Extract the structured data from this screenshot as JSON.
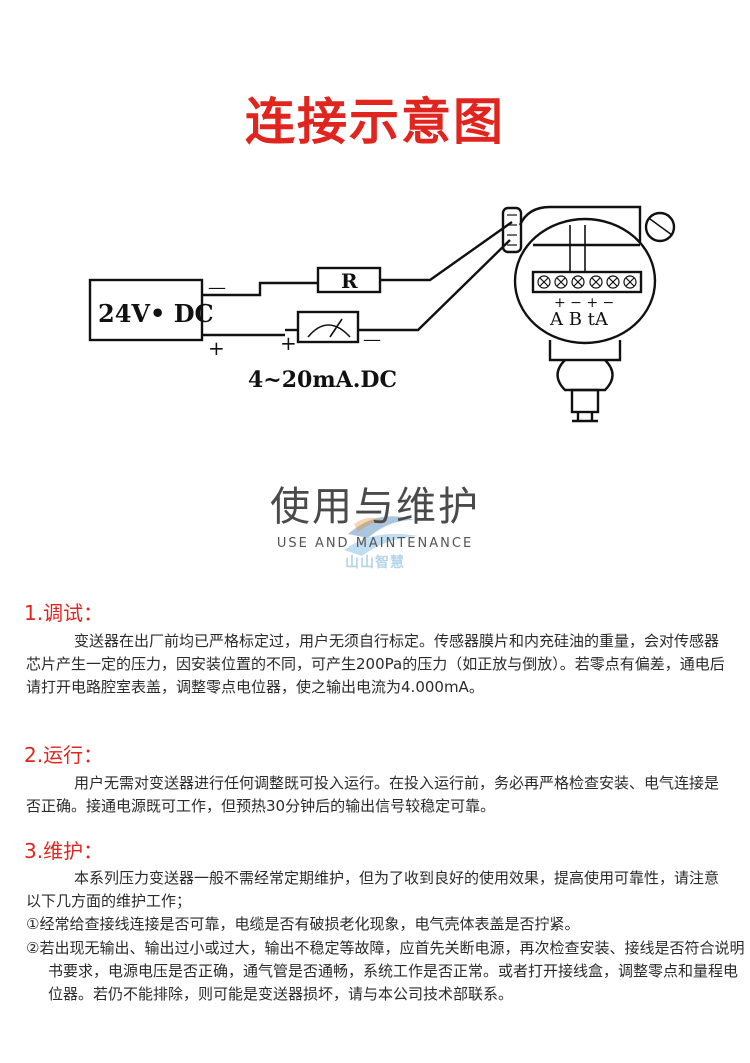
{
  "page_title": "连接示意图",
  "diagram": {
    "power_label": "24V• DC",
    "resistor_label": "R",
    "current_label": "4~20mA.DC",
    "minus_sign": "—",
    "plus_sign": "+",
    "terminal_labels": "A B tA",
    "terminal_signs": "+ − + −"
  },
  "section_title": "使用与维护",
  "section_subtitle": "USE AND MAINTENANCE",
  "watermark_text": "山山智慧",
  "sections": [
    {
      "heading": "1.调试：",
      "paragraphs": [
        "变送器在出厂前均已严格标定过，用户无须自行标定。传感器膜片和内充硅油的重量，会对传感器芯片产生一定的压力，因安装位置的不同，可产生200Pa的压力（如正放与倒放）。若零点有偏差，通电后请打开电路腔室表盖，调整零点电位器，使之输出电流为4.000mA。"
      ]
    },
    {
      "heading": "2.运行：",
      "paragraphs": [
        "用户无需对变送器进行任何调整既可投入运行。在投入运行前，务必再严格检查安装、电气连接是否正确。接通电源既可工作，但预热30分钟后的输出信号较稳定可靠。"
      ]
    },
    {
      "heading": "3.维护：",
      "paragraphs": [
        "本系列压力变送器一般不需经常定期维护，但为了收到良好的使用效果，提高使用可靠性，请注意以下几方面的维护工作；"
      ],
      "items": [
        "①经常给查接线连接是否可靠，电缆是否有破损老化现象，电气壳体表盖是否拧紧。",
        "②若出现无输出、输出过小或过大，输出不稳定等故障，应首先关断电源，再次检查安装、接线是否符合说明书要求，电源电压是否正确，通气管是否通畅，系统工作是否正常。或者打开接线盒，调整零点和量程电位器。若仍不能排除，则可能是变送器损坏，请与本公司技术部联系。"
      ]
    }
  ]
}
